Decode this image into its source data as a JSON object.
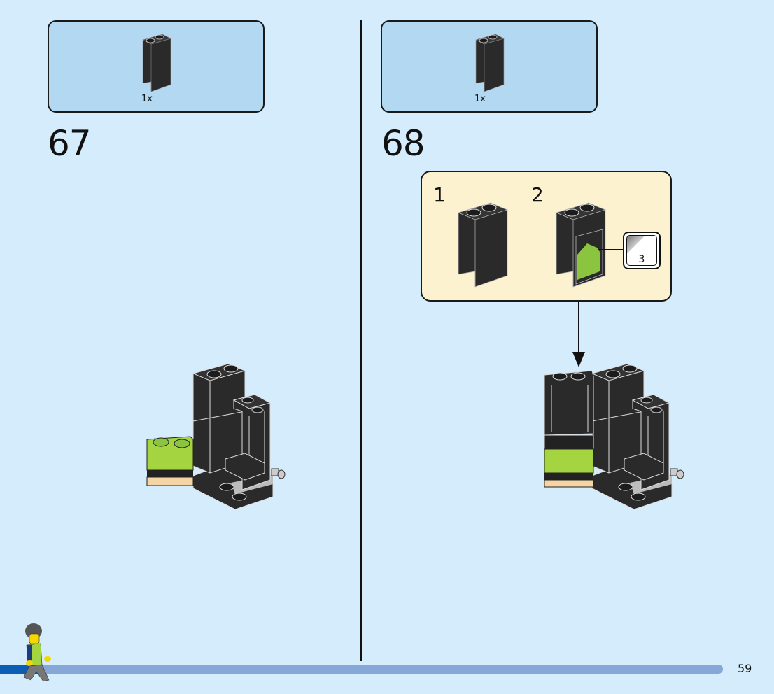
{
  "page": {
    "number": "59",
    "progress_fraction": 0.06,
    "colors": {
      "background": "#d4ecfb",
      "parts_box": "#b3d8f2",
      "sub_assembly_box": "#fdf2d0",
      "progress_track": "#86a8d8",
      "progress_fill": "#0a5fb4",
      "brick_black": "#2a2a2a",
      "brick_lime": "#a5d441",
      "brick_tan": "#f5d5a6"
    }
  },
  "steps": [
    {
      "number": "67",
      "parts": [
        {
          "piece": "black-panel-1x2x3",
          "quantity": "1x"
        }
      ]
    },
    {
      "number": "68",
      "parts": [
        {
          "piece": "black-panel-1x2x3",
          "quantity": "1x"
        }
      ],
      "sub_assembly": {
        "substeps": [
          {
            "number": "1",
            "piece": "black-panel-1x2x3"
          },
          {
            "number": "2",
            "piece": "black-panel-1x2x3-with-lime-sticker"
          }
        ],
        "sticker_number": "3"
      }
    }
  ],
  "icons": {
    "minifig": "walking-minifigure-icon",
    "arrow": "down-arrow-icon",
    "sticker": "sticker-sheet-icon"
  }
}
